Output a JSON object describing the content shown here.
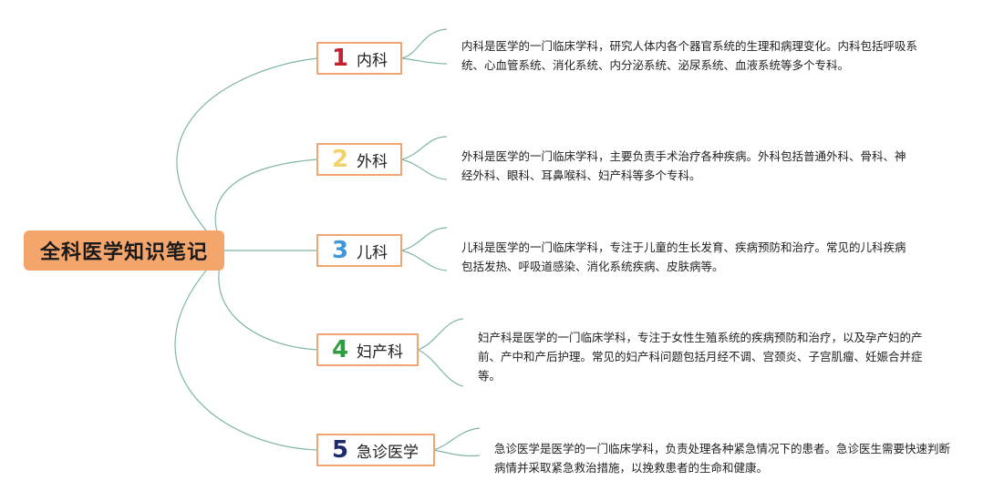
{
  "root": {
    "title": "全科医学知识笔记"
  },
  "topics": [
    {
      "number": "1",
      "label": "内科",
      "color": "#c81e2e",
      "note": "内科是医学的一门临床学科，研究人体内各个器官系统的生理和病理变化。内科包括呼吸系统、心血管系统、消化系统、内分泌系统、泌尿系统、血液系统等多个专科。"
    },
    {
      "number": "2",
      "label": "外科",
      "color": "#f2d36b",
      "note": "外科是医学的一门临床学科，主要负责手术治疗各种疾病。外科包括普通外科、骨科、神经外科、眼科、耳鼻喉科、妇产科等多个专科。"
    },
    {
      "number": "3",
      "label": "儿科",
      "color": "#3c98d8",
      "note": "儿科是医学的一门临床学科，专注于儿童的生长发育、疾病预防和治疗。常见的儿科疾病包括发热、呼吸道感染、消化系统疾病、皮肤病等。"
    },
    {
      "number": "4",
      "label": "妇产科",
      "color": "#2e9e3e",
      "note": "妇产科是医学的一门临床学科，专注于女性生殖系统的疾病预防和治疗，以及孕产妇的产前、产中和产后护理。常见的妇产科问题包括月经不调、宫颈炎、子宫肌瘤、妊娠合并症等。"
    },
    {
      "number": "5",
      "label": "急诊医学",
      "color": "#1c2a6e",
      "note": "急诊医学是医学的一门临床学科，负责处理各种紧急情况下的患者。急诊医生需要快速判断病情并采取紧急救治措施，以挽救患者的生命和健康。"
    }
  ],
  "colors": {
    "line": "#7fb5a8",
    "root_fill": "#f4a56c",
    "topic_border": "#f0a572"
  }
}
